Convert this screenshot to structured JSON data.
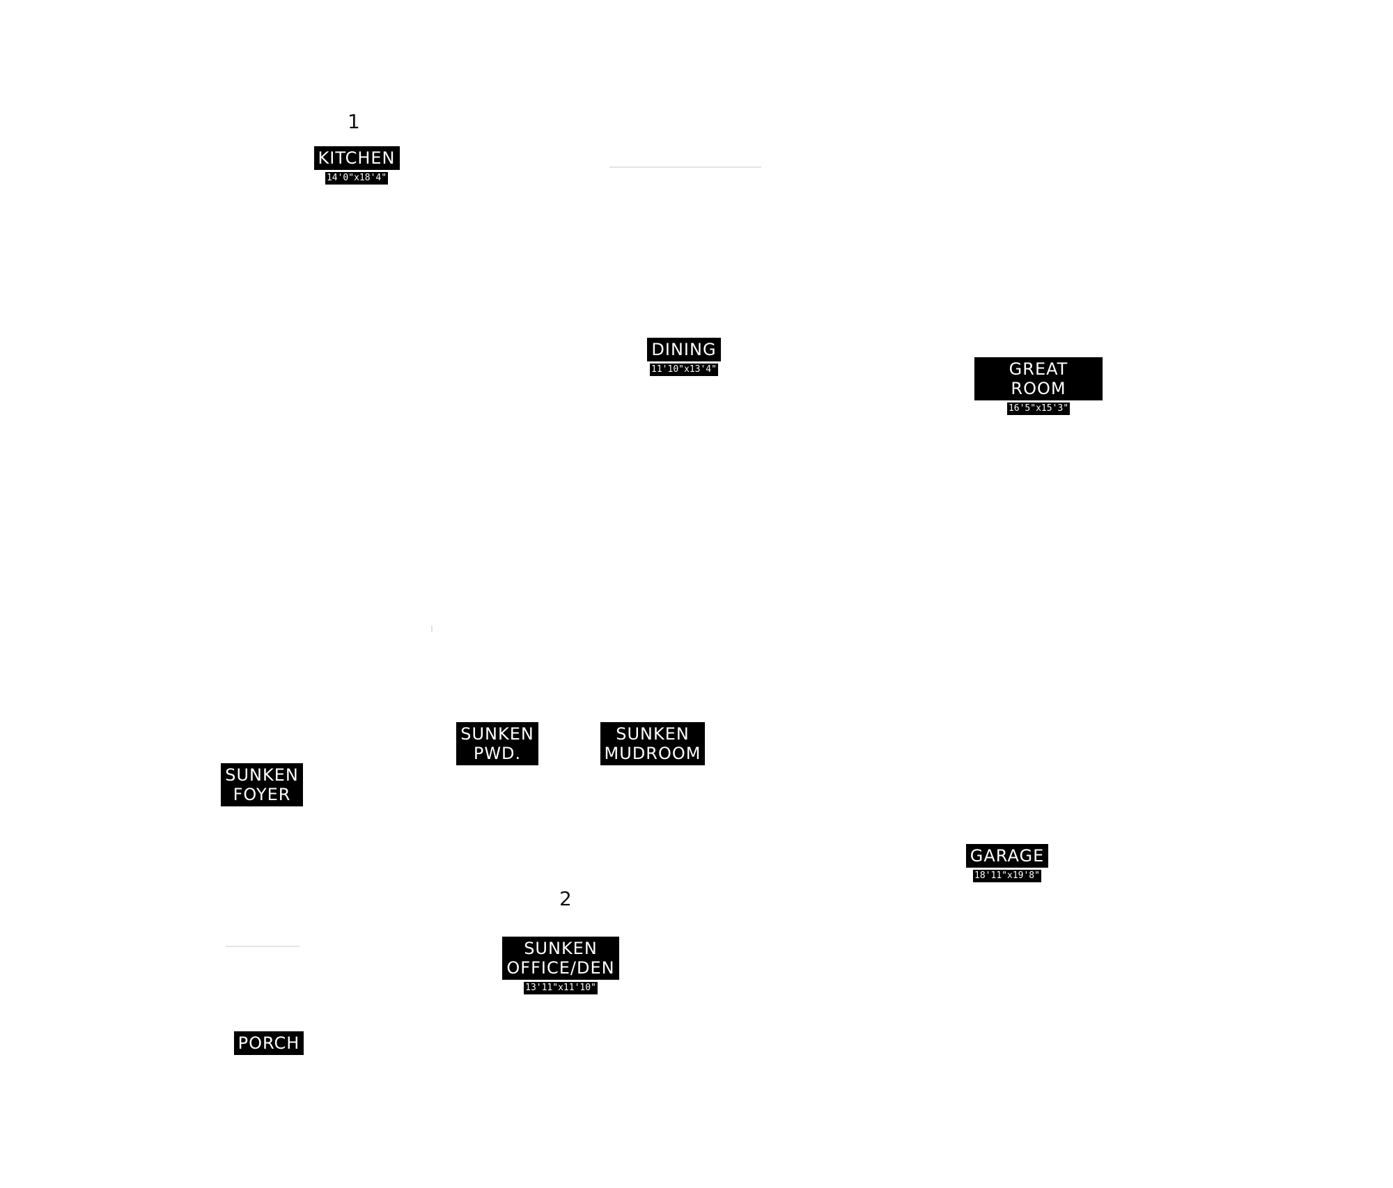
{
  "markers": [
    "1",
    "2"
  ],
  "rooms": {
    "kitchen": {
      "name": "KITCHEN",
      "dims": "14'0\"x18'4\""
    },
    "dining": {
      "name": "DINING",
      "dims": "11'10\"x13'4\""
    },
    "great_room": {
      "name": "GREAT ROOM",
      "dims": "16'5\"x15'3\""
    },
    "pwd": {
      "name": "SUNKEN\nPWD."
    },
    "mudroom": {
      "name": "SUNKEN\nMUDROOM"
    },
    "foyer": {
      "name": "SUNKEN\nFOYER"
    },
    "garage": {
      "name": "GARAGE",
      "dims": "18'11\"x19'8\""
    },
    "office": {
      "name": "SUNKEN\nOFFICE/DEN",
      "dims": "13'11\"x11'10\""
    },
    "porch": {
      "name": "PORCH"
    }
  },
  "colors": {
    "label_background": "#000000",
    "label_text": "#ffffff",
    "page_background": "#ffffff"
  }
}
